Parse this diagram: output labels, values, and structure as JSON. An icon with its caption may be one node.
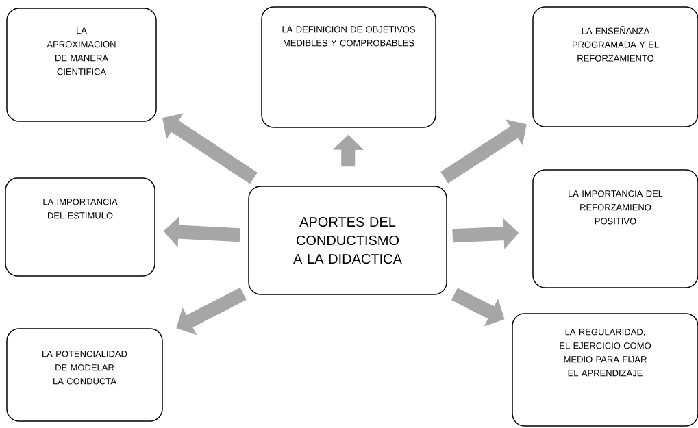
{
  "diagram": {
    "nodes": [
      {
        "text": [
          "APORTES DEL CONDUCTISMO A LA DIDACTICA"
        ]
      },
      {
        "text": [
          "LA APROXIMACION DE MANERA CIENTIFICA"
        ]
      },
      {
        "text": [
          "LA DEFINICION DE OBJETIVOS MEDIBLES Y COMPROBABLES"
        ]
      },
      {
        "text": [
          "LA ENSEÑANZA PROGRAMADA Y EL REFORZAMIENTO"
        ]
      },
      {
        "text": [
          "LA IMPORTANCIA DEL ESTIMULO"
        ]
      },
      {
        "text": [
          "LA IMPORTANCIA DEL REFORZAMIENO POSITIVO"
        ]
      },
      {
        "text": [
          "LA POTENCIALIDAD DE MODELAR LA CONDUCTA"
        ]
      },
      {
        "text": [
          "LA REGULARIDAD, EL EJERCICIO COMO MEDIO PARA FIJAR EL APRENDIZAJE"
        ]
      }
    ],
    "edges": [
      {
        "from": 0,
        "to": 1,
        "arrow": "to"
      },
      {
        "from": 0,
        "to": 2,
        "arrow": "to"
      },
      {
        "from": 0,
        "to": 3,
        "arrow": "to"
      },
      {
        "from": 0,
        "to": 4,
        "arrow": "to"
      },
      {
        "from": 0,
        "to": 5,
        "arrow": "to"
      },
      {
        "from": 0,
        "to": 6,
        "arrow": "to"
      },
      {
        "from": 0,
        "to": 7,
        "arrow": "to"
      }
    ]
  }
}
